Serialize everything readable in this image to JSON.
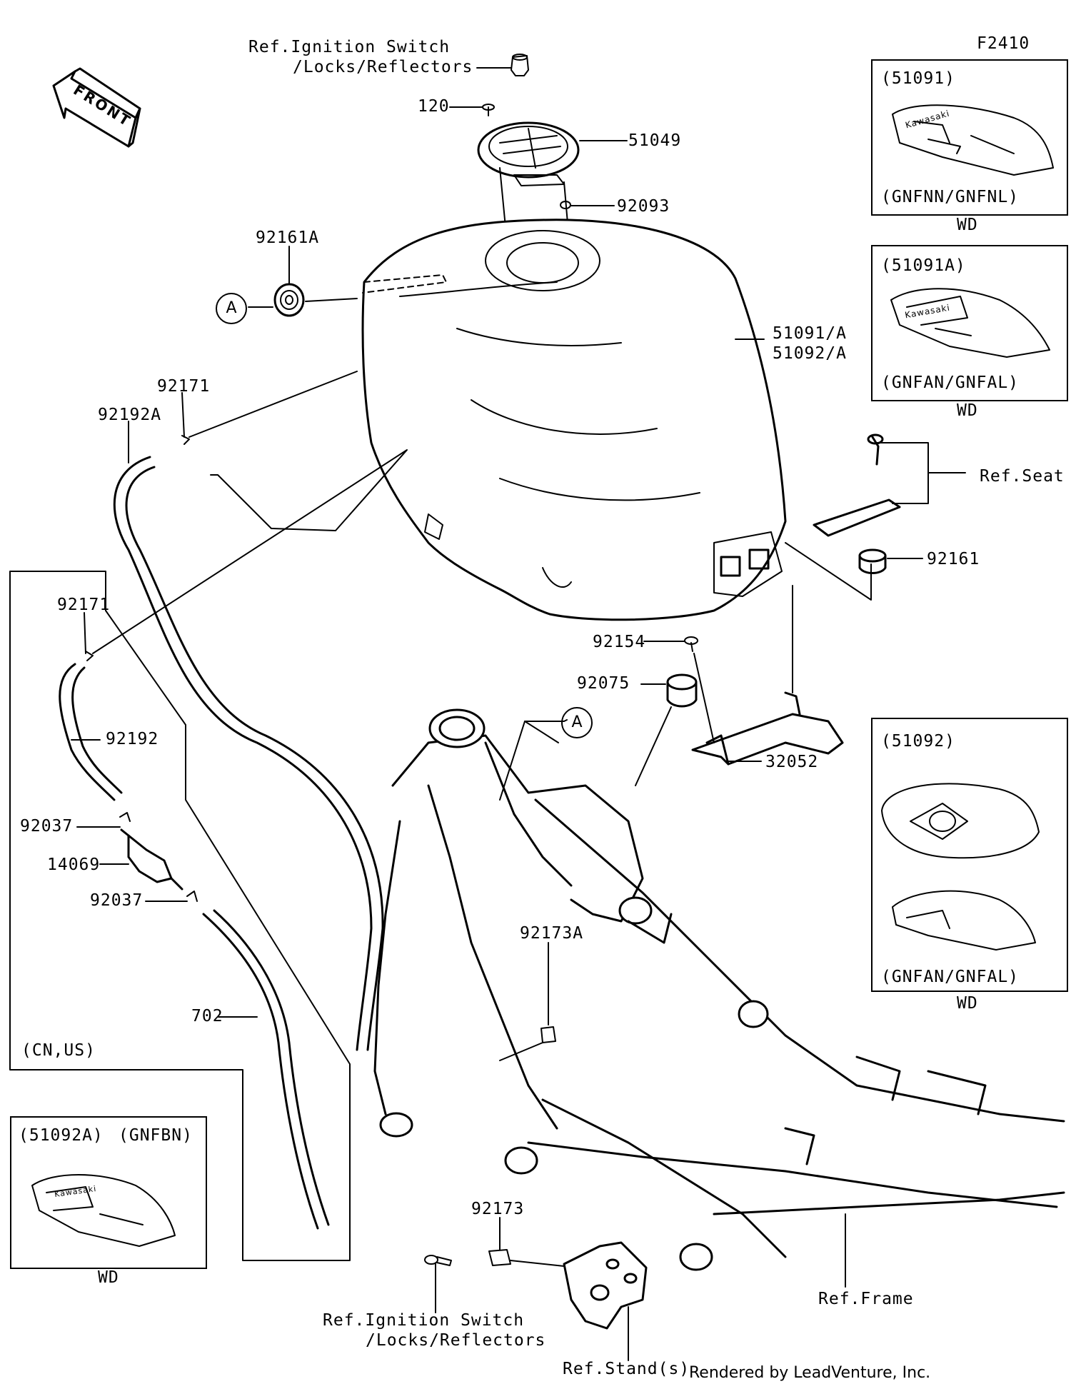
{
  "figure_id": "F2410",
  "front_label": "FRONT",
  "callout_letter": "A",
  "callouts": {
    "ref_ignition_top_line1": "Ref.Ignition Switch",
    "ref_ignition_top_line2": "/Locks/Reflectors",
    "p120": "120",
    "p51049": "51049",
    "p92093": "92093",
    "p92161A": "92161A",
    "p51091A": "51091/A",
    "p51092A": "51092/A",
    "p92171_a": "92171",
    "p92192A": "92192A",
    "ref_seat": "Ref.Seat",
    "p92161": "92161",
    "p92171_b": "92171",
    "p92154": "92154",
    "p92075": "92075",
    "p92192": "92192",
    "p32052": "32052",
    "p92037_a": "92037",
    "p14069": "14069",
    "p92037_b": "92037",
    "p702": "702",
    "p92173A": "92173A",
    "cn_us": "(CN,US)",
    "p92173": "92173",
    "ref_ignition_bottom_line1": "Ref.Ignition Switch",
    "ref_ignition_bottom_line2": "/Locks/Reflectors",
    "ref_stand": "Ref.Stand(s)",
    "ref_frame": "Ref.Frame"
  },
  "variant_boxes": [
    {
      "title": "(51091)",
      "code": "(GNFNN/GNFNL)",
      "note": "WD"
    },
    {
      "title": "(51091A)",
      "code": "(GNFAN/GNFAL)",
      "note": "WD"
    },
    {
      "title": "(51092)",
      "code": "(GNFAN/GNFAL)",
      "note": "WD"
    },
    {
      "title": "(51092A)",
      "code": "(GNFBN)",
      "note": "WD"
    }
  ],
  "tank_lettering": "Kawasaki",
  "footer": "Rendered by LeadVenture, Inc."
}
